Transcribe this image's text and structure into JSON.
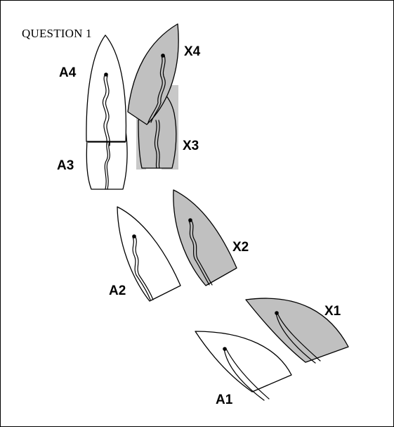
{
  "title": "QUESTION 1",
  "labels": {
    "a1": "A1",
    "a2": "A2",
    "a3": "A3",
    "a4": "A4",
    "x1": "X1",
    "x2": "X2",
    "x3": "X3",
    "x4": "X4"
  },
  "colors": {
    "boat_a_fill": "#ffffff",
    "boat_x_fill": "#c0c0c0",
    "outline": "#000000",
    "background": "#ffffff"
  }
}
